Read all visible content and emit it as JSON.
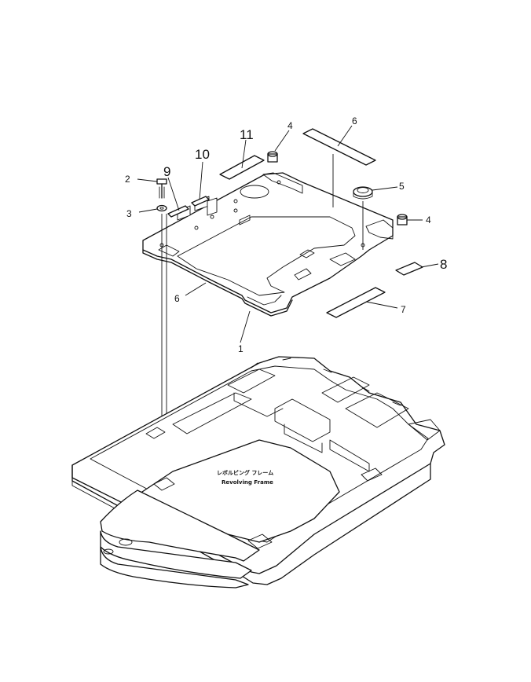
{
  "diagram": {
    "frame_label_jp": "レボルビング フレーム",
    "frame_label_en": "Revolving Frame",
    "callouts": [
      {
        "id": "c1",
        "label": "1"
      },
      {
        "id": "c2",
        "label": "2"
      },
      {
        "id": "c3",
        "label": "3"
      },
      {
        "id": "c4a",
        "label": "4"
      },
      {
        "id": "c4b",
        "label": "4"
      },
      {
        "id": "c5",
        "label": "5"
      },
      {
        "id": "c6a",
        "label": "6"
      },
      {
        "id": "c6b",
        "label": "6"
      },
      {
        "id": "c7",
        "label": "7"
      },
      {
        "id": "c8",
        "label": "8"
      },
      {
        "id": "c9",
        "label": "9"
      },
      {
        "id": "c10",
        "label": "10"
      },
      {
        "id": "c11",
        "label": "11"
      }
    ]
  }
}
